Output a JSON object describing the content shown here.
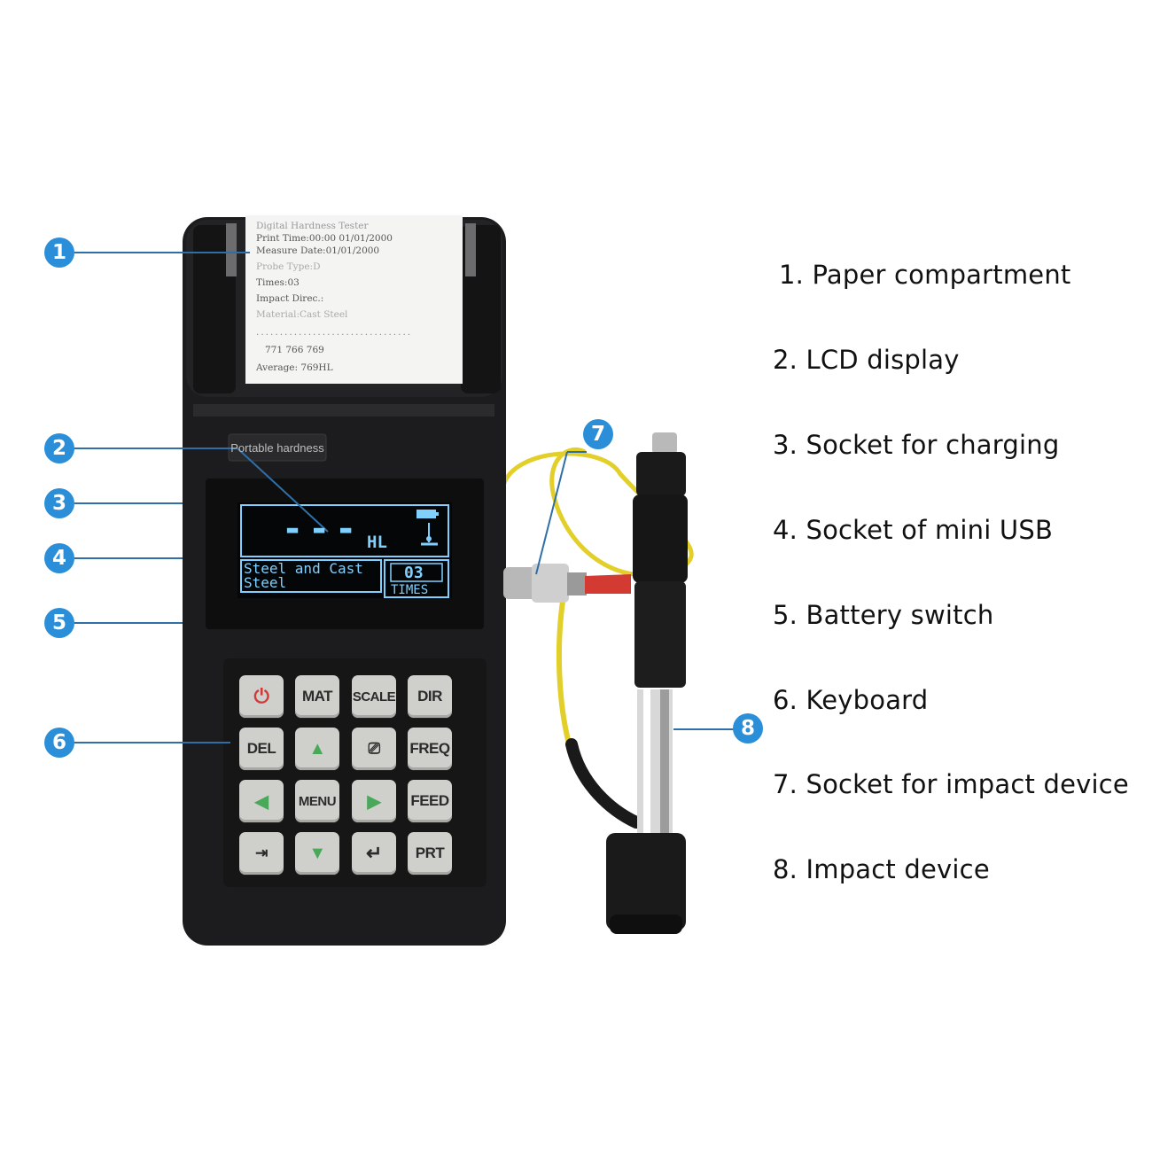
{
  "badges": [
    "1",
    "2",
    "3",
    "4",
    "5",
    "6",
    "7",
    "8"
  ],
  "legend": [
    "1. Paper compartment",
    "2. LCD display",
    "3. Socket for charging",
    "4. Socket of mini USB",
    "5. Battery switch",
    "6. Keyboard",
    "7. Socket for impact device",
    "8. Impact device"
  ],
  "device": {
    "brand_label": "Portable hardness",
    "receipt": {
      "line1": "Digital Hardness Tester",
      "line2": "Print Time:00:00 01/01/2000",
      "line3": "Measure Date:01/01/2000",
      "line4": "Probe Type:D",
      "line5": "Times:03",
      "line6": "Impact Direc.:",
      "line7": "Material:Cast Steel",
      "values": "771   766   769",
      "average": "Average: 769HL"
    },
    "lcd": {
      "reading": "---",
      "unit": "HL",
      "material_line1": "Steel and Cast",
      "material_line2": "Steel",
      "times_value": "03",
      "times_label": "TIMES"
    },
    "keys": {
      "power": "⏻",
      "mat": "MAT",
      "scale": "SCALE",
      "dir": "DIR",
      "del": "DEL",
      "up": "▲",
      "save": "⎚",
      "freq": "FREQ",
      "left": "◀",
      "menu": "MENU",
      "right": "▶",
      "feed": "FEED",
      "exit": "⇥",
      "down": "▼",
      "enter": "↵",
      "prt": "PRT"
    }
  },
  "colors": {
    "badge": "#2a8ed8",
    "leader": "#2f6fa8",
    "device_body": "#1c1c1e",
    "lcd_text": "#7fd0ff",
    "cable": "#e3cf2a",
    "key": "#cfd0cc"
  }
}
